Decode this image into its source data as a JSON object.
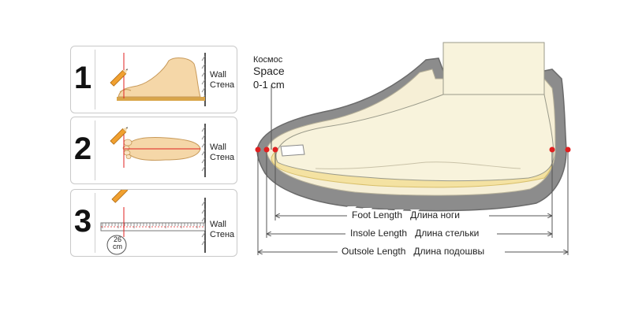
{
  "steps": [
    {
      "number": "1",
      "wall_en": "Wall",
      "wall_ru": "Стена"
    },
    {
      "number": "2",
      "wall_en": "Wall",
      "wall_ru": "Стена"
    },
    {
      "number": "3",
      "wall_en": "Wall",
      "wall_ru": "Стена",
      "ruler_value": "26",
      "ruler_unit": "cm"
    }
  ],
  "space": {
    "ru": "Космос",
    "en": "Space",
    "range": "0-1 cm"
  },
  "measurements": [
    {
      "en": "Foot Length",
      "ru": "Длина ноги"
    },
    {
      "en": "Insole Length",
      "ru": "Длина стельки"
    },
    {
      "en": "Outsole Length",
      "ru": "Длина подошвы"
    }
  ],
  "colors": {
    "marker": "#e02020",
    "skin": "#f5d7a8",
    "sole": "#8c8c8c",
    "insole": "#f4e2a2",
    "pencil": "#f0a030"
  }
}
